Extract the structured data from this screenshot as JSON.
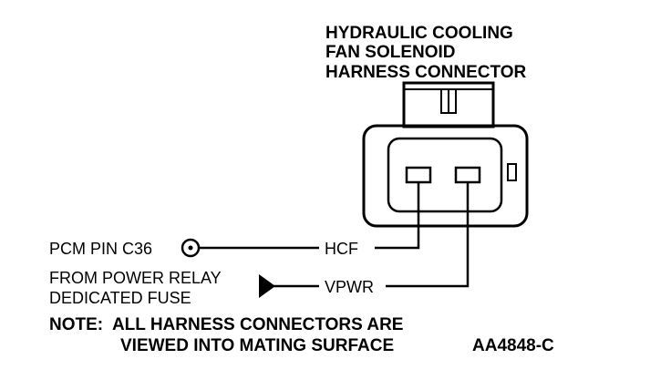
{
  "connector": {
    "title_line1": "HYDRAULIC COOLING",
    "title_line2": "FAN SOLENOID",
    "title_line3": "HARNESS CONNECTOR"
  },
  "wires": {
    "pcm_label": "PCM PIN C36",
    "hcf_label": "HCF",
    "power_label_line1": "FROM POWER RELAY",
    "power_label_line2": "DEDICATED FUSE",
    "vpwr_label": "VPWR"
  },
  "note": {
    "line1": "NOTE:  ALL HARNESS CONNECTORS ARE",
    "line2": "VIEWED INTO MATING SURFACE"
  },
  "figure_id": "AA4848-C",
  "colors": {
    "ink": "#000000",
    "paper": "#ffffff"
  }
}
